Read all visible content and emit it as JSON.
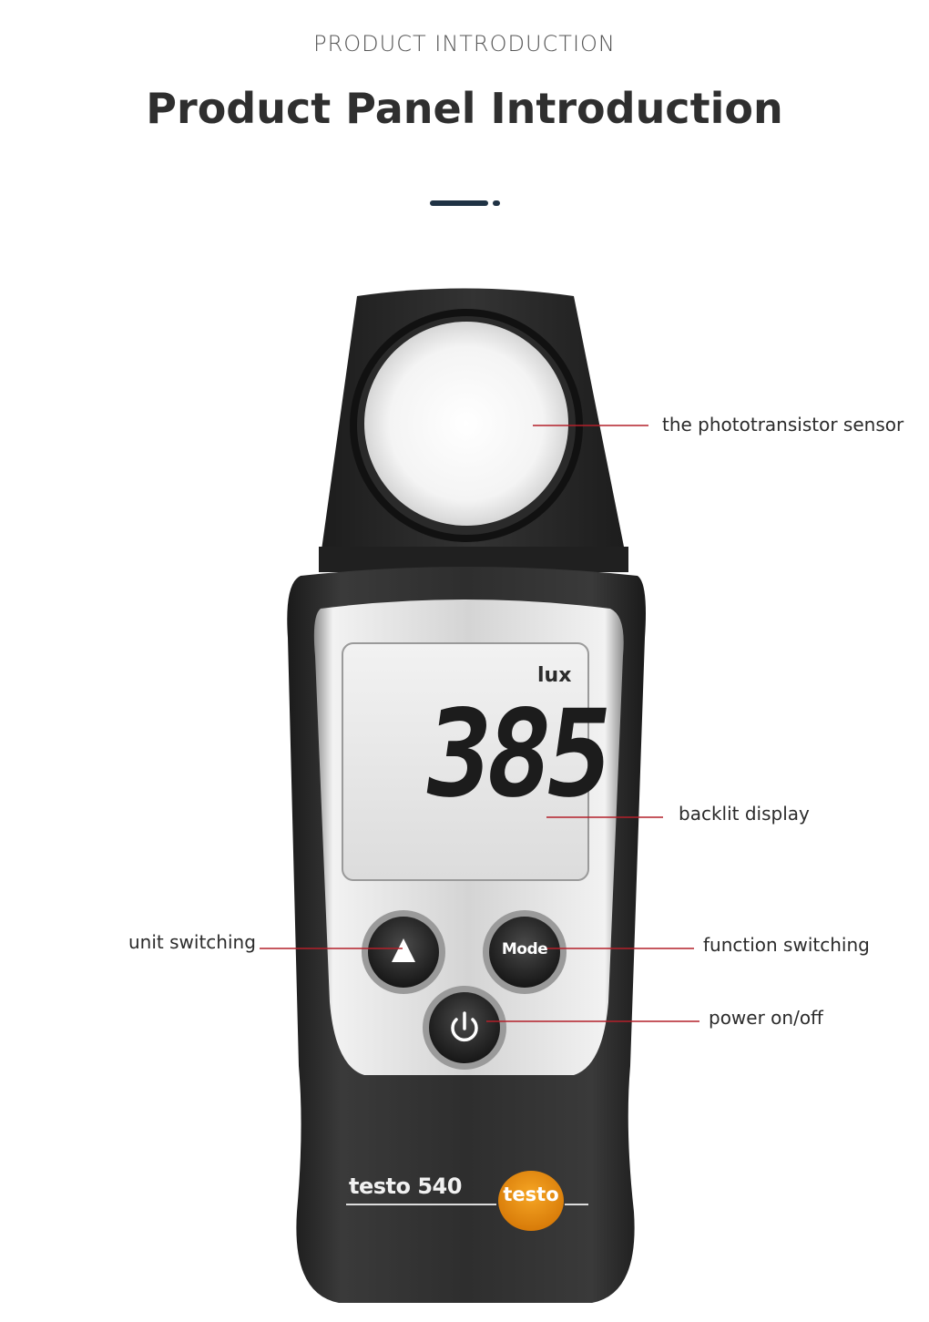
{
  "header": {
    "eyebrow": "PRODUCT INTRODUCTION",
    "title": "Product Panel Introduction"
  },
  "device": {
    "model": "testo 540",
    "brand": "testo",
    "display": {
      "unit": "lux",
      "reading": "385"
    },
    "buttons": {
      "up_icon": "triangle-up-icon",
      "mode_label": "Mode",
      "power_icon": "power-icon"
    }
  },
  "callouts": {
    "sensor": "the phototransistor sensor",
    "display": "backlit display",
    "unit": "unit switching",
    "function": "function switching",
    "power": "power on/off"
  },
  "colors": {
    "accent": "#1f3244",
    "leader_line": "#b3202a",
    "brand_orange": "#e38a10",
    "device_body": "#2b2b2b"
  }
}
